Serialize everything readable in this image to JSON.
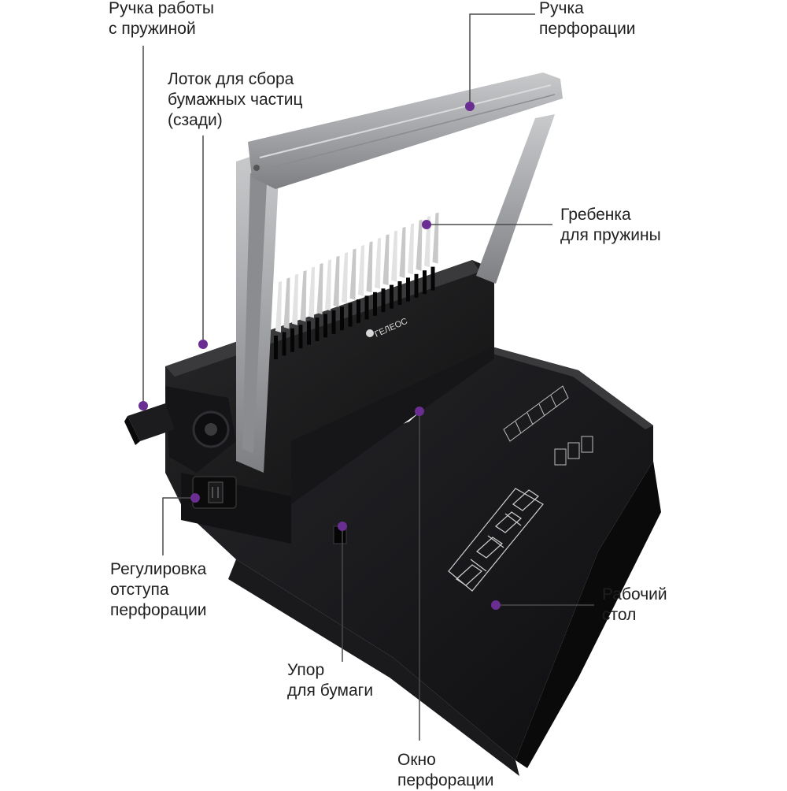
{
  "colors": {
    "accent": "#6a2d91",
    "leader_line": "#4a4a4a",
    "text": "#1f1f1f",
    "body": "#1b1b1c",
    "handle": "#a7a9ac"
  },
  "brand": {
    "logo_text": "ГЕЛЕОС"
  },
  "callouts": [
    {
      "id": "spring-handle",
      "lines": [
        "Ручка работы",
        "с пружиной"
      ]
    },
    {
      "id": "chip-tray",
      "lines": [
        "Лоток для сбора",
        "бумажных частиц",
        "(сзади)"
      ]
    },
    {
      "id": "punch-handle",
      "lines": [
        "Ручка",
        "перфорации"
      ]
    },
    {
      "id": "spring-comb",
      "lines": [
        "Гребенка",
        "для пружины"
      ]
    },
    {
      "id": "margin-adjust",
      "lines": [
        "Регулировка",
        "отступа",
        "перфорации"
      ]
    },
    {
      "id": "work-table",
      "lines": [
        "Рабочий",
        "стол"
      ]
    },
    {
      "id": "paper-stop",
      "lines": [
        "Упор",
        "для бумаги"
      ]
    },
    {
      "id": "punch-window",
      "lines": [
        "Окно",
        "перфорации"
      ]
    }
  ]
}
